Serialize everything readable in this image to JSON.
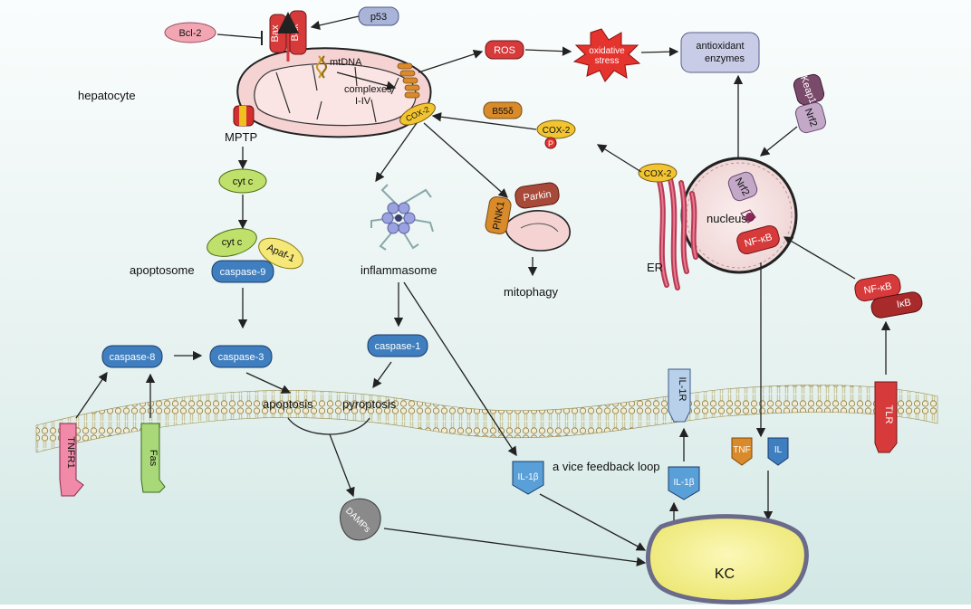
{
  "cell_label": "hepatocyte",
  "mito": {
    "mtdna": "mtDNA",
    "complexes_line1": "complexes",
    "complexes_line2": "I-IV",
    "mptp": "MPTP",
    "bak": "Bak",
    "bax": "Bax"
  },
  "proteins": {
    "bcl2": "Bcl-2",
    "p53": "p53",
    "ros": "ROS",
    "oxidative_line1": "oxidative",
    "oxidative_line2": "stress",
    "antioxidant_line1": "antioxidant",
    "antioxidant_line2": "enzymes",
    "keap1": "Keap1",
    "nrf2": "Nrf2",
    "nrf2_nuc": "Nrf2",
    "cox2_mito": "COX-2",
    "b55": "B55δ",
    "cox2_p": "COX-2",
    "phospho": "P",
    "cox2_er": "COX-2",
    "nucleus": "nucleus",
    "nfkb_nuc": "NF-κB",
    "nfkb_cyto": "NF-κB",
    "ikb": "IκB",
    "er": "ER",
    "cytc1": "cyt c",
    "cytc2": "cyt c",
    "apaf1": "Apaf-1",
    "caspase9": "caspase-9",
    "apoptosome": "apoptosome",
    "inflammasome": "inflammasome",
    "pink1": "PINK1",
    "parkin": "Parkin",
    "mitophagy": "mitophagy",
    "caspase8": "caspase-8",
    "caspase3": "caspase-3",
    "caspase1": "caspase-1",
    "apoptosis": "apoptosis",
    "pyroptosis": "pyroptosis",
    "il1r": "IL-1R",
    "tlr": "TLR",
    "tnfr1": "TNFR1",
    "fas": "Fas",
    "tnf": "TNF",
    "il": "IL",
    "il1b_left": "IL-1β",
    "il1b_right": "IL-1β",
    "feedback": "a vice feedback loop",
    "damps": "DAMPs",
    "kc": "KC"
  },
  "colors": {
    "background_top": "#f7fbfb",
    "background_bottom": "#d9ece9",
    "mito_fill": "#f6d2d2",
    "caspase_blue": "#3f7fc0",
    "cox_yellow": "#f2c530",
    "red_protein": "#d73a3a",
    "purple_protein": "#8a5c78",
    "kc_yellow": "#f5f090"
  }
}
